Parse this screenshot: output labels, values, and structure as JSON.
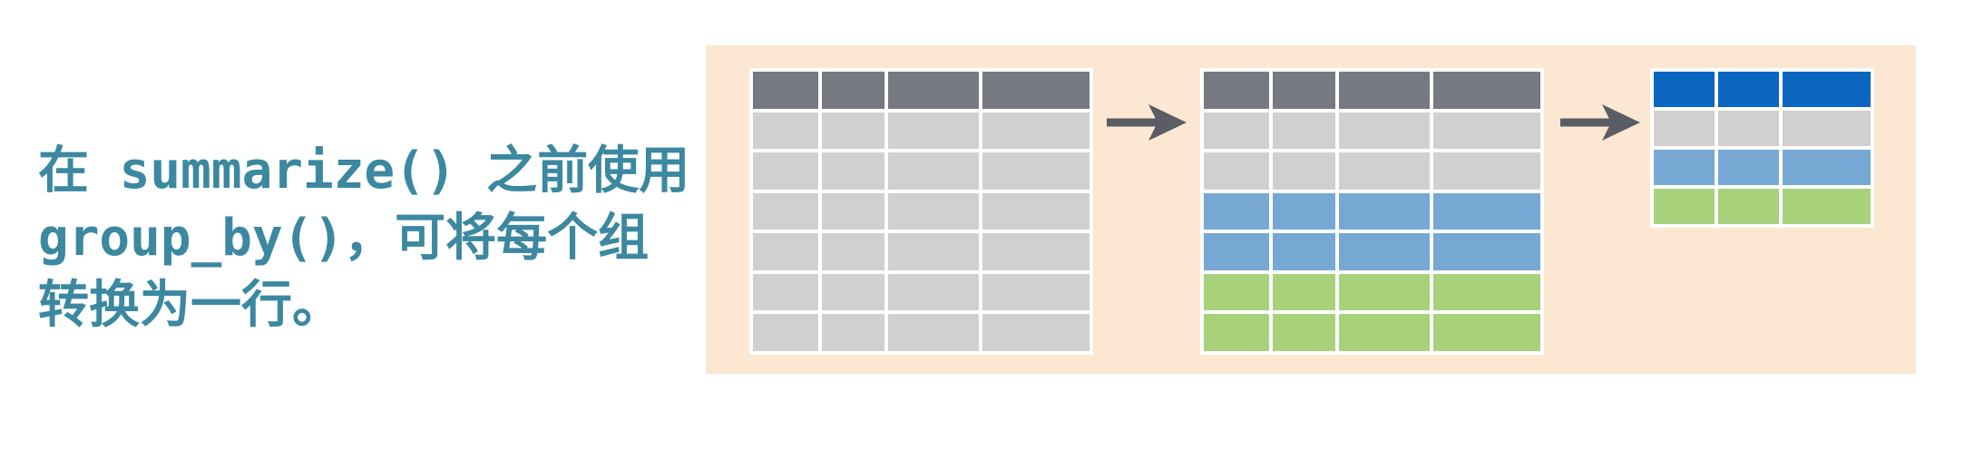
{
  "caption": {
    "lines": [
      "在 summarize() 之前使用",
      "group_by()，可将每个组",
      "转换为一行。"
    ]
  },
  "colors": {
    "header": "#767981",
    "grey_row": "#d0d0d0",
    "blue_row": "#77a8d4",
    "green_row": "#a8d17c",
    "summary_header": "#0a66be",
    "panel": "#fbe7d2",
    "caption": "#3b88a0",
    "arrow": "#5a5d63"
  },
  "tables": [
    {
      "name": "original-table",
      "columns": 4,
      "rows": [
        "header",
        "grey_row",
        "grey_row",
        "grey_row",
        "grey_row",
        "grey_row",
        "grey_row"
      ]
    },
    {
      "name": "grouped-table",
      "columns": 4,
      "rows": [
        "header",
        "grey_row",
        "grey_row",
        "blue_row",
        "blue_row",
        "green_row",
        "green_row"
      ]
    },
    {
      "name": "summary-table",
      "columns": 3,
      "rows": [
        "summary_header",
        "grey_row",
        "blue_row",
        "green_row"
      ]
    }
  ]
}
